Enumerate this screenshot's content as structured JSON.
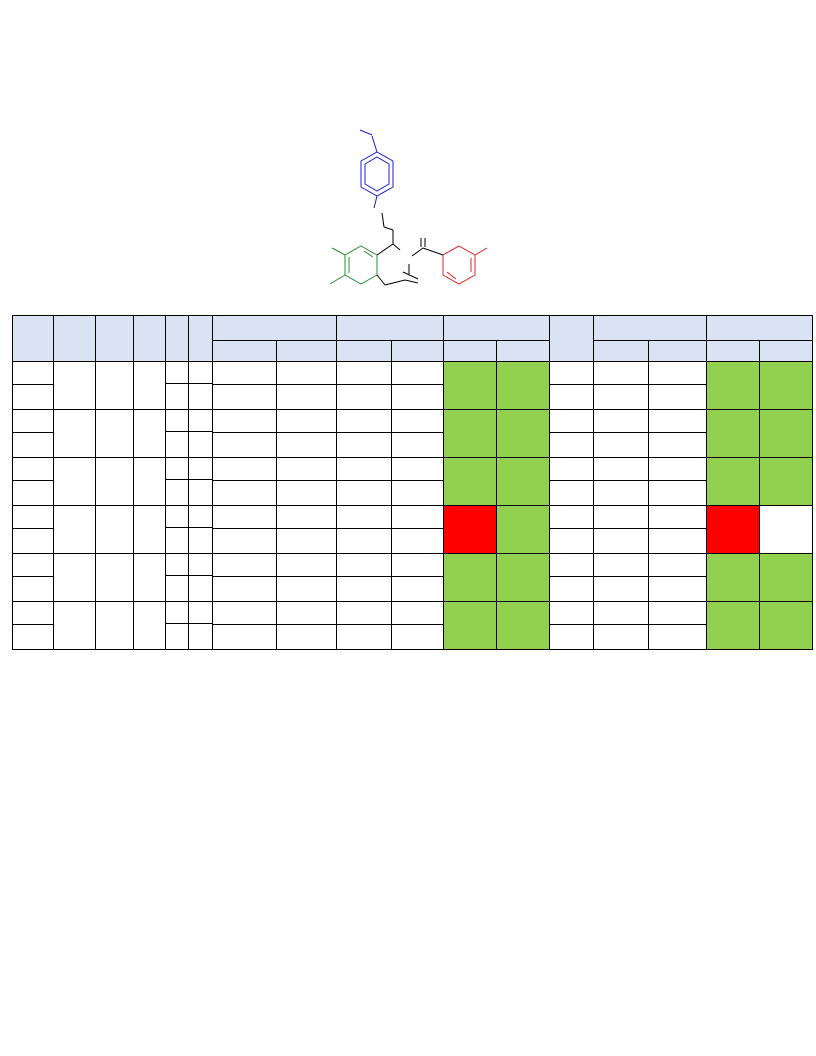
{
  "colors": {
    "header_fill": "#dae3f3",
    "pass_fill": "#92d050",
    "fail_fill": "#ff0000",
    "blank_fill": "#ffffff",
    "ring_top": "#1f1fd0",
    "ring_left": "#2a9030",
    "ring_right": "#e02020",
    "bond_black": "#000000"
  },
  "structure": {
    "rings": [
      {
        "name": "top-phenyl",
        "color_key": "ring_top"
      },
      {
        "name": "left-phenyl",
        "color_key": "ring_left"
      },
      {
        "name": "right-phenyl",
        "color_key": "ring_right"
      }
    ]
  },
  "table": {
    "row_count": 12,
    "header_row_count": 2,
    "highlighted_columns": [
      {
        "column": "col-l",
        "group": 1,
        "pairs": [
          "pass",
          "pass",
          "pass",
          "fail",
          "pass",
          "pass"
        ]
      },
      {
        "column": "col-m",
        "group": 1,
        "pairs": [
          "pass",
          "pass",
          "pass",
          "pass",
          "pass",
          "pass"
        ]
      },
      {
        "column": "col-q",
        "group": 2,
        "pairs": [
          "pass",
          "pass",
          "pass",
          "fail",
          "pass",
          "pass"
        ]
      },
      {
        "column": "col-r",
        "group": 2,
        "pairs": [
          "pass",
          "pass",
          "pass",
          "blank",
          "pass",
          "pass"
        ]
      }
    ]
  }
}
